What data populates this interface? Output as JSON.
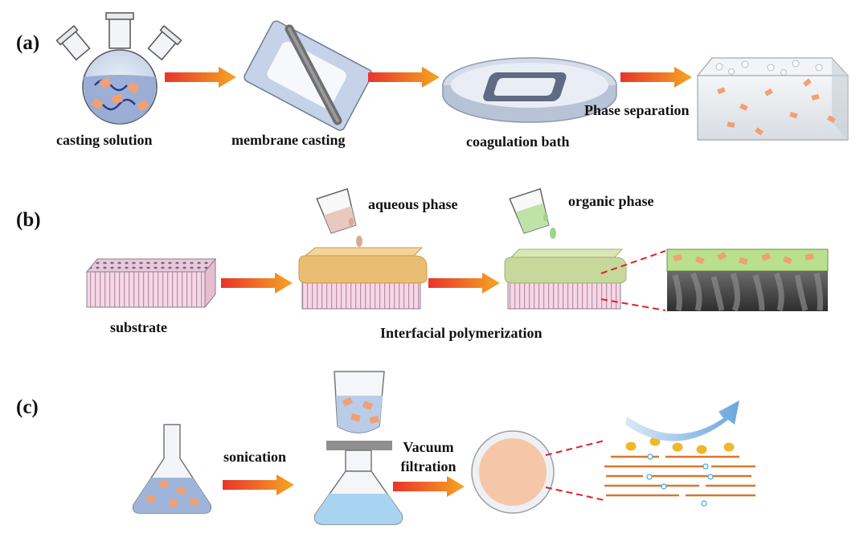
{
  "panels": {
    "a": {
      "label": "(a)",
      "steps": [
        "casting solution",
        "membrane casting",
        "coagulation bath"
      ],
      "annotation": "Phase separation"
    },
    "b": {
      "label": "(b)",
      "steps": [
        "substrate"
      ],
      "process": "Interfacial polymerization",
      "phases": [
        "aqueous phase",
        "organic phase"
      ]
    },
    "c": {
      "label": "(c)",
      "steps": [
        "sonication"
      ],
      "vacuum": {
        "line1": "Vacuum",
        "line2": "filtration"
      }
    }
  },
  "colors": {
    "arrow_start": "#e8342a",
    "arrow_end": "#f5a623",
    "nanosheet": "#f0a074",
    "solution_blue": "#9fb4d9",
    "water_blue": "#a8d4f2",
    "aqueous": "#e6b877",
    "organic": "#b7d38a",
    "substrate": "#f3cfe0",
    "circle_fill": "#f5c7a8",
    "layer_line": "#d9772e",
    "sphere": "#f0b72a",
    "curve_arrow": "#7ab0e3"
  }
}
